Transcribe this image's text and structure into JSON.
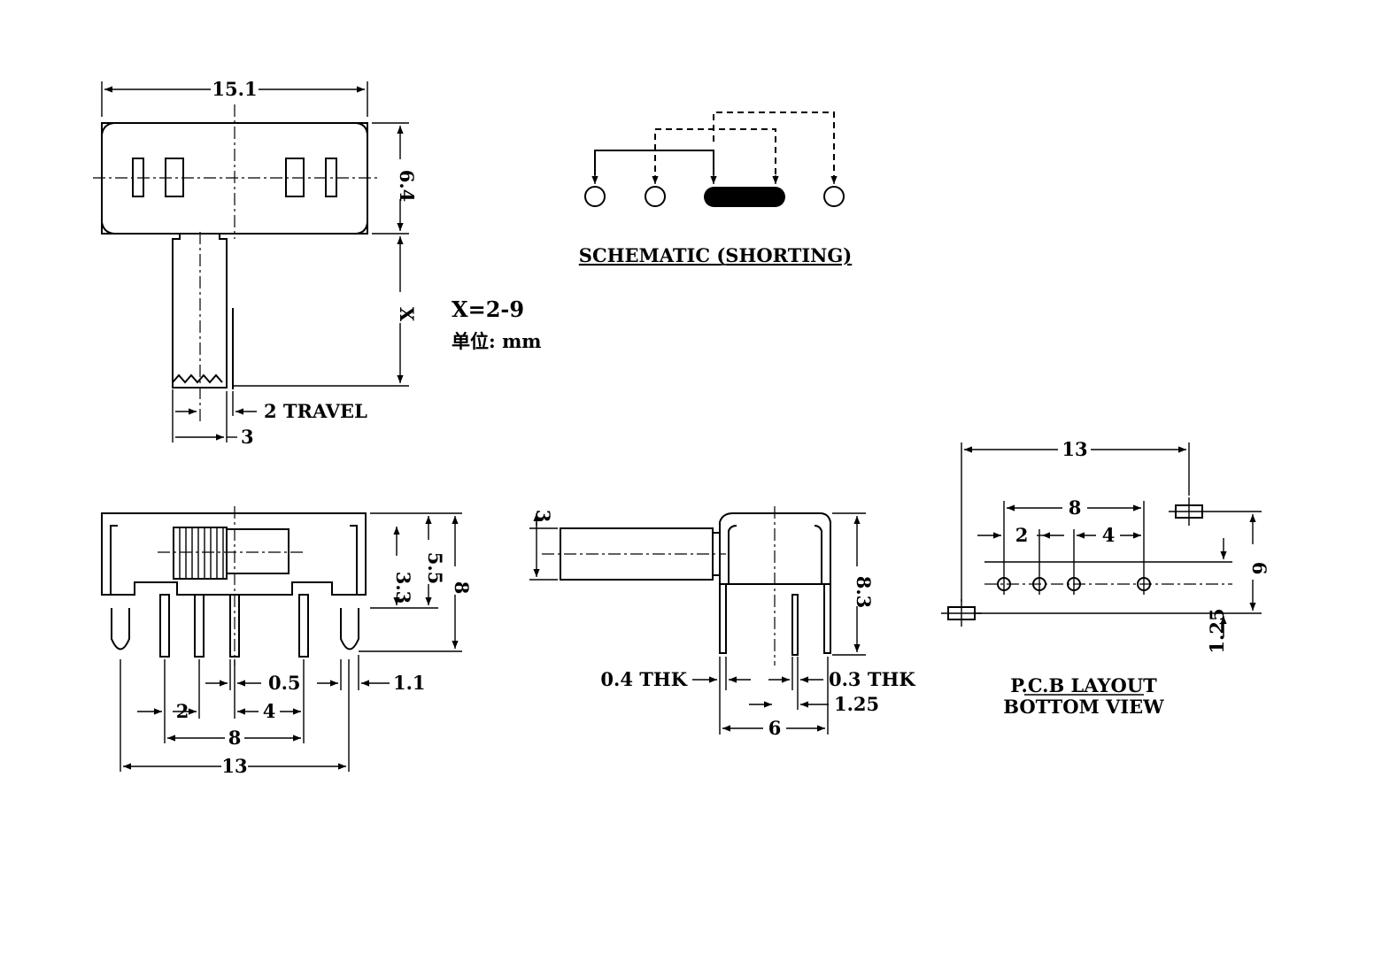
{
  "top_view": {
    "width_label": "15.1",
    "height_label": "6.4",
    "actuator_label": "X",
    "travel_label": "2 TRAVEL",
    "actuator_width_label": "3"
  },
  "note": {
    "x_range": "X=2-9",
    "unit": "单位: mm"
  },
  "schematic": {
    "title": "SCHEMATIC (SHORTING)"
  },
  "front_view": {
    "h1": "3.3",
    "h2": "5.5",
    "h3": "8",
    "pin_w": "0.5",
    "end_pin": "1.1",
    "pitch_2": "2",
    "pitch_4": "4",
    "span_8": "8",
    "span_13": "13"
  },
  "side_view": {
    "actuator_h": "3",
    "height": "8.3",
    "thk_left": "0.4 THK",
    "thk_right": "0.3 THK",
    "offset": "1.25",
    "width": "6"
  },
  "pcb": {
    "span_13": "13",
    "span_8": "8",
    "pitch_2": "2",
    "pitch_4": "4",
    "height": "6",
    "offset": "1.25",
    "title_1": "P.C.B LAYOUT",
    "title_2": "BOTTOM VIEW"
  }
}
